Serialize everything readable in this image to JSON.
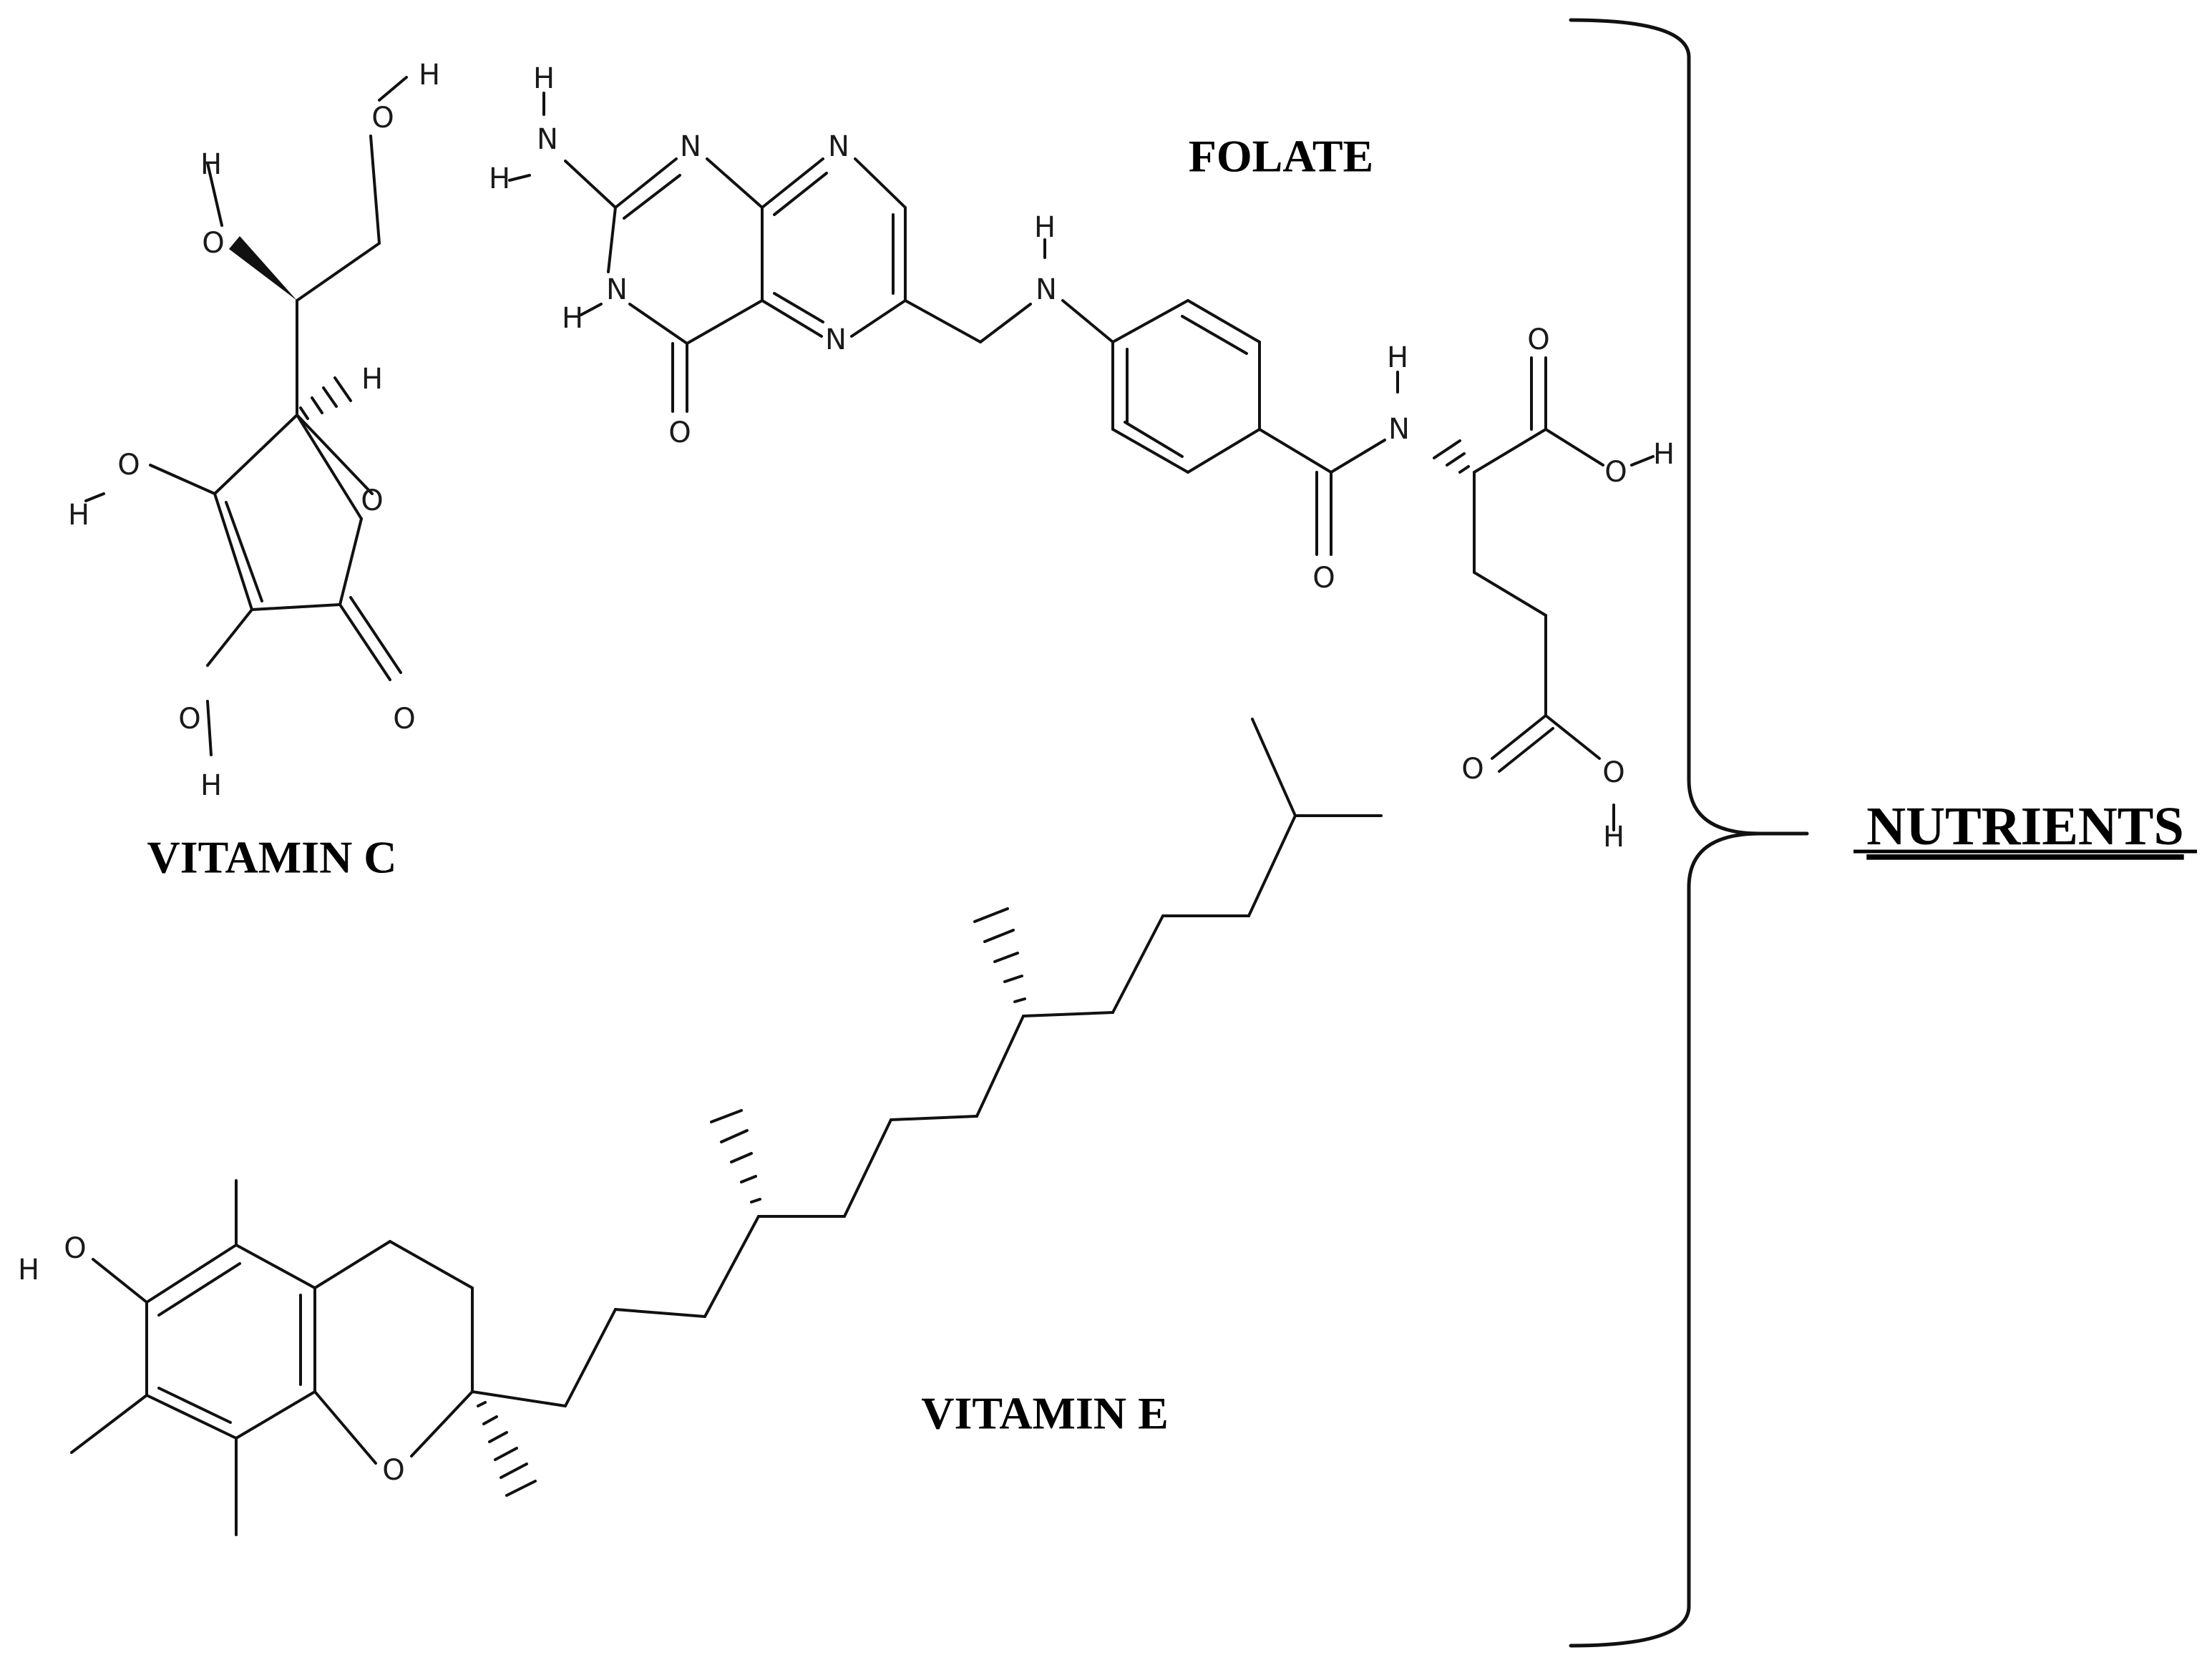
{
  "labels": {
    "vitamin_c": "VITAMIN C",
    "folate": "FOLATE",
    "vitamin_e": "VITAMIN E",
    "nutrients": "NUTRIENTS"
  },
  "atoms": {
    "O": "O",
    "H": "H",
    "N": "N"
  },
  "colors": {
    "ink": "#111111",
    "background": "#ffffff"
  }
}
